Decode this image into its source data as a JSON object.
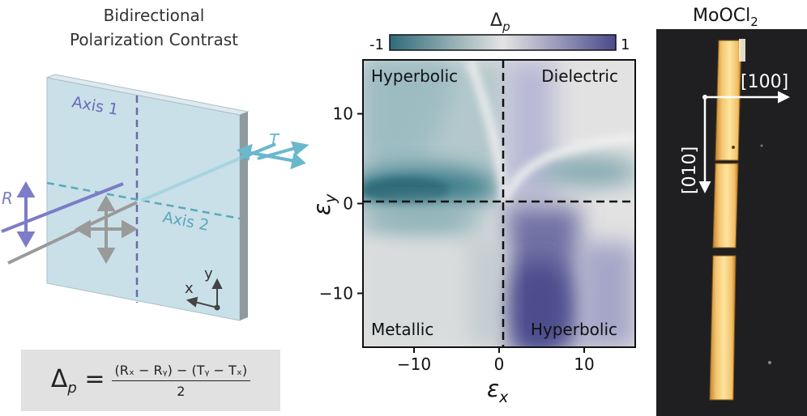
{
  "left_panel": {
    "title_line1": "Bidirectional",
    "title_line2": "Polarization Contrast",
    "axis1": "Axis 1",
    "axis2": "Axis 2",
    "label_R": "R",
    "label_T": "T",
    "coord_x": "x",
    "coord_y": "y"
  },
  "equation": {
    "lhs": "Δ",
    "lhs_sub": "p",
    "eq_sign": "=",
    "numerator": "(Rₓ − Rᵧ) − (Tᵧ − Tₓ)",
    "denominator": "2"
  },
  "heatmap": {
    "colorbar_label": "Δ",
    "colorbar_label_sub": "p",
    "colorbar_min_label": "-1",
    "colorbar_max_label": "1",
    "xlabel": "ε",
    "xlabel_sub": "x",
    "ylabel": "ε",
    "ylabel_sub": "y",
    "quadrants": {
      "top_left": "Hyperbolic",
      "top_right": "Dielectric",
      "bottom_left": "Metallic",
      "bottom_right": "Hyperbolic"
    },
    "x_ticks": [
      "−10",
      "0",
      "10"
    ],
    "y_ticks": [
      "10",
      "0",
      "−10"
    ],
    "colors": {
      "low": "#2f6b78",
      "mid": "#e4e4e4",
      "high": "#4a4a8c"
    }
  },
  "chart_data": {
    "type": "heatmap",
    "xlabel": "εx",
    "ylabel": "εy",
    "xlim": [
      -16,
      16
    ],
    "ylim": [
      -16,
      16
    ],
    "x_ticks": [
      -10,
      0,
      10
    ],
    "y_ticks": [
      -10,
      0,
      10
    ],
    "colorbar": {
      "label": "Δp",
      "min": -1,
      "max": 1
    },
    "grid": false,
    "dashed_lines": [
      "x=0",
      "y=0"
    ],
    "quadrant_labels": [
      "Hyperbolic",
      "Dielectric",
      "Metallic",
      "Hyperbolic"
    ]
  },
  "micrograph": {
    "title": "MoOCl",
    "title_sub": "2",
    "direction_100": "[100]",
    "direction_010": "[010]"
  }
}
